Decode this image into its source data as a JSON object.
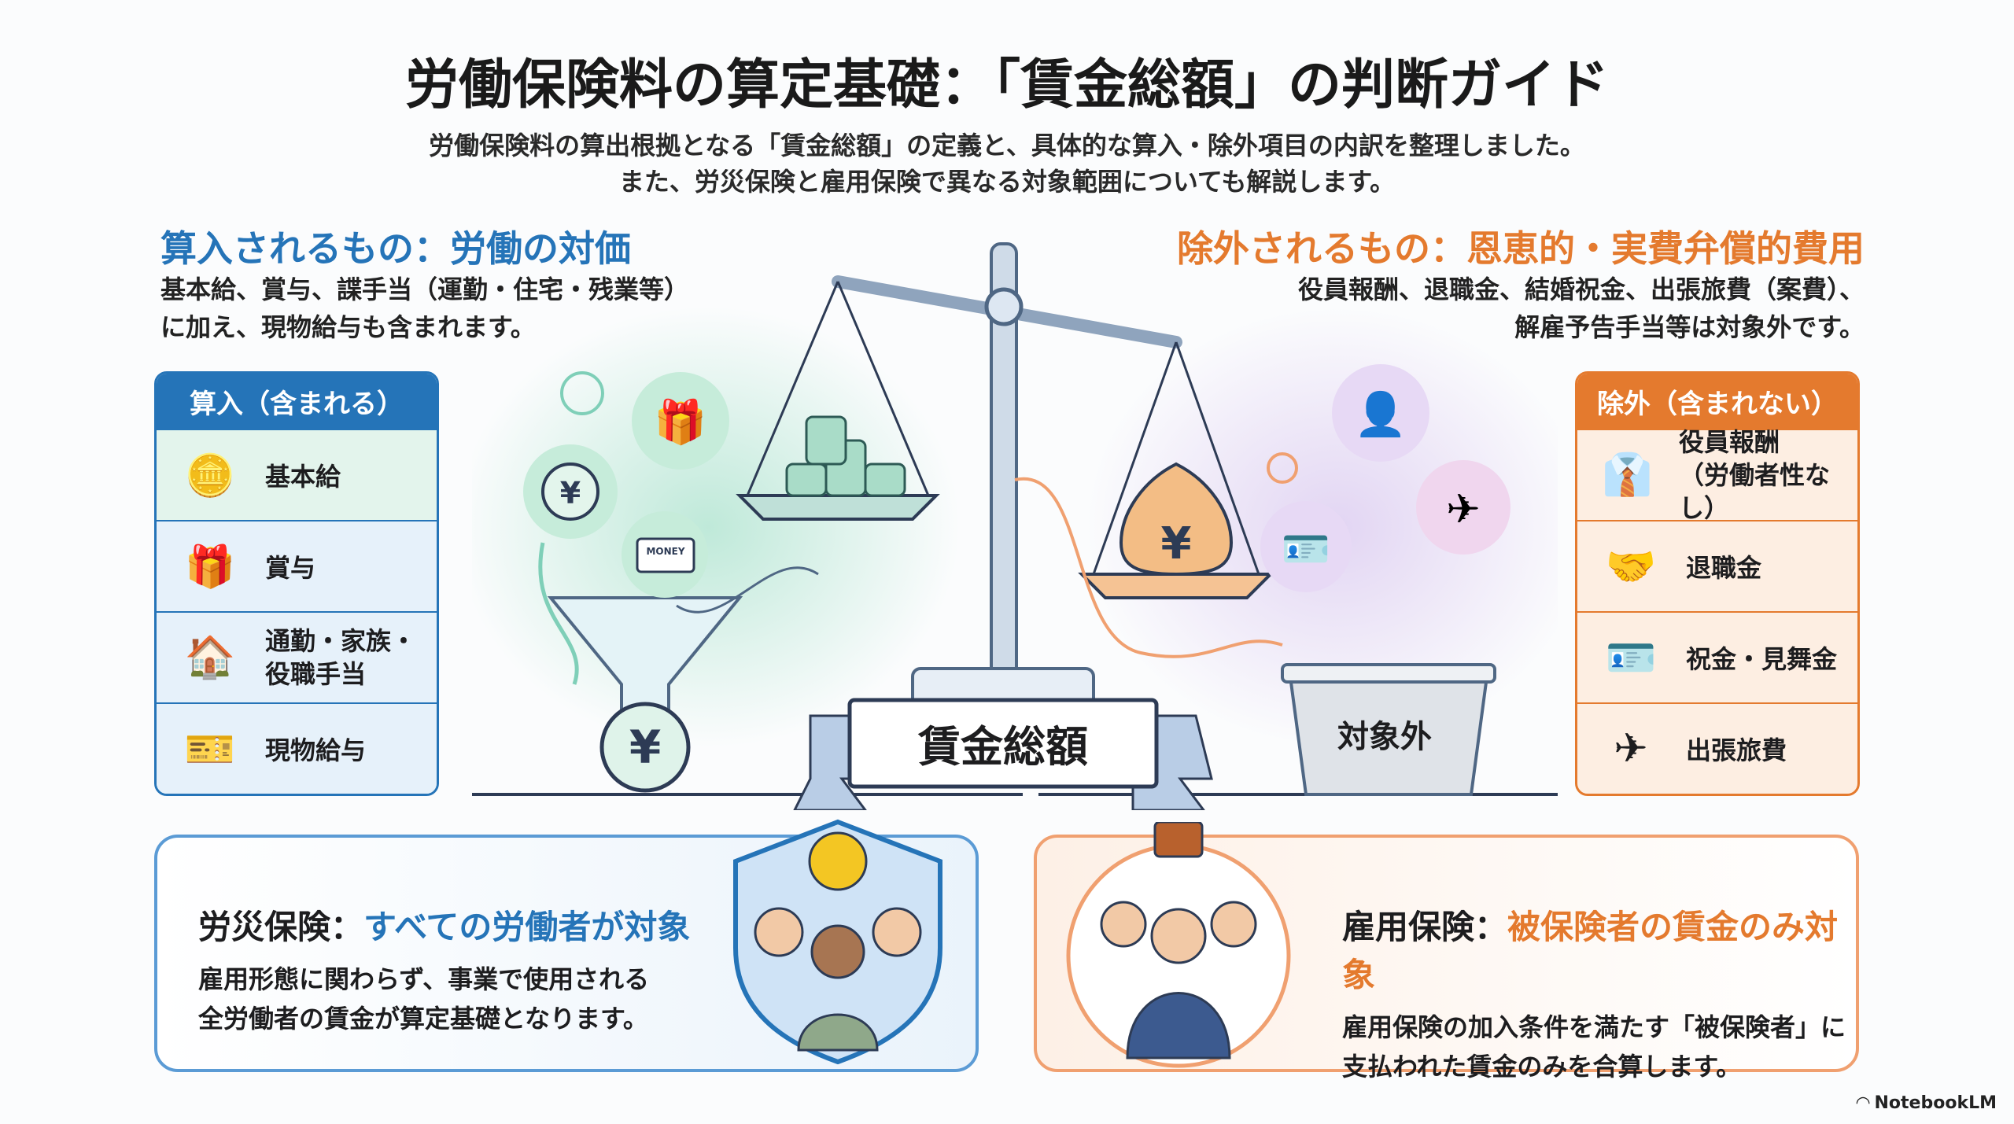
{
  "title": "労働保険料の算定基礎：「賃金総額」の判断ガイド",
  "subtitle": [
    "労働保険料の算出根拠となる「賃金総額」の定義と、具体的な算入・除外項目の内訳を整理しました。",
    "また、労災保険と雇用保険で異なる対象範囲についても解説します。"
  ],
  "included": {
    "heading": "算入されるもの：労働の対価",
    "desc": [
      "基本給、賞与、諜手当（運勤・住宅・残業等）",
      "に加え、現物給与も含まれます。"
    ],
    "box_title": "算入（含まれる）",
    "items": [
      {
        "label": "基本給",
        "icon": "coins-icon"
      },
      {
        "label": "賞与",
        "icon": "gift-icon"
      },
      {
        "label": "通勤・家族・\n役職手当",
        "icon": "house-car-icon"
      },
      {
        "label": "現物給与",
        "icon": "money-ticket-icon"
      }
    ]
  },
  "excluded": {
    "heading": "除外されるもの：恩恵的・実費弁償的費用",
    "desc": [
      "役員報酬、退職金、結婚祝金、出張旅費（案費）、",
      "解雇予告手当等は対象外です。"
    ],
    "box_title": "除外（含まれない）",
    "items": [
      {
        "label": "役員報酬\n（労働者性なし）",
        "icon": "executive-icon"
      },
      {
        "label": "退職金",
        "icon": "handshake-icon"
      },
      {
        "label": "祝金・見舞金",
        "icon": "card-icon"
      },
      {
        "label": "出張旅費",
        "icon": "airplane-icon"
      }
    ]
  },
  "center": {
    "banner": "賃金総額",
    "bin": "対象外",
    "ticket": "MONEY",
    "yen": "¥"
  },
  "rosai": {
    "title_prefix": "労災保険：",
    "title_highlight": "すべての労働者が対象",
    "desc": [
      "雇用形態に関わらず、事業で使用される",
      "全労働者の賃金が算定基礎となります。"
    ]
  },
  "koyo": {
    "title_prefix": "雇用保険：",
    "title_highlight": "被保険者の賃金のみ対象",
    "desc": [
      "雇用保険の加入条件を満たす「被保険者」に",
      "支払われた賃金のみを合算します。"
    ]
  },
  "watermark": "NotebookLM",
  "colors": {
    "blue": "#2574b8",
    "orange": "#e47a2e",
    "blue_bg": "#e8f3fb",
    "orange_bg": "#fdeee2",
    "teal": "#7fcfb8"
  }
}
